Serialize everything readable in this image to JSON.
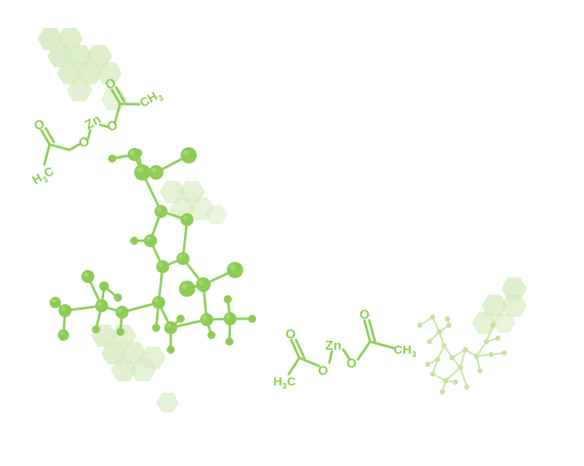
{
  "colors": {
    "background": "#ffffff",
    "bond": "#8fcf5b",
    "atom": "#8dcc57",
    "atom_highlight": "#a8dc7c",
    "hexagon": "#d9edc4",
    "hexagon_stroke": "#ccebb0",
    "label": "#8ccf52",
    "pale_bond": "#c8e6a6",
    "pale_atom": "#c3e49c"
  },
  "formula_top_left": {
    "oxygen_label": "O",
    "zinc_label": "Zn",
    "methyl_label": "CH",
    "methyl_subscript": "3",
    "h3c_prefix": "H",
    "h3c_subscript": "3",
    "h3c_suffix": "C"
  },
  "formula_bottom_right": {
    "oxygen_label": "O",
    "zinc_label": "Zn",
    "methyl_label": "CH",
    "methyl_subscript": "3",
    "h3c_prefix": "H",
    "h3c_subscript": "3",
    "h3c_suffix": "C"
  }
}
